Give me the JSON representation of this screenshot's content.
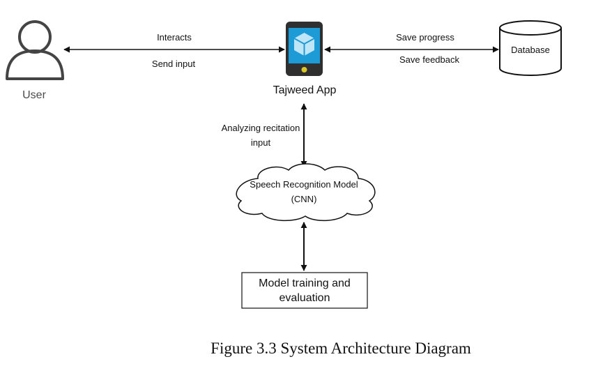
{
  "diagram": {
    "user": {
      "label": "User"
    },
    "app": {
      "label": "Tajweed App"
    },
    "database": {
      "label": "Database"
    },
    "speech_model": {
      "line1": "Speech Recognition Model",
      "line2": "(CNN)"
    },
    "training": {
      "line1": "Model training and",
      "line2": "evaluation"
    },
    "edges": {
      "user_app": {
        "top": "Interacts",
        "bottom": "Send input"
      },
      "app_db": {
        "top": "Save progress",
        "bottom": "Save feedback"
      },
      "app_model": {
        "line1": "Analyzing recitation",
        "line2": "input"
      }
    },
    "colors": {
      "stroke": "#111111",
      "user_icon": "#444444",
      "phone_body": "#2f2f2f",
      "phone_screen": "#1d9bd7",
      "cube": "#bfe6f7",
      "home_button": "#d9c62a"
    }
  },
  "caption": "Figure 3.3 System Architecture Diagram"
}
